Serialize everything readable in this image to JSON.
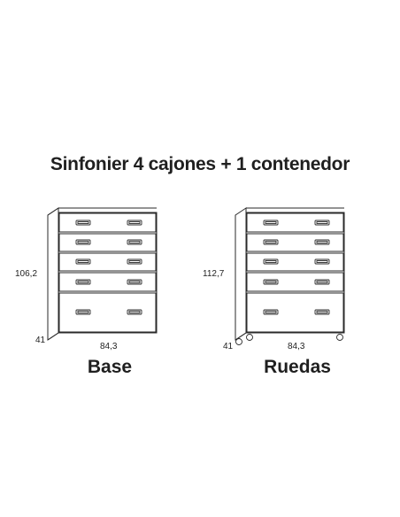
{
  "title": "Sinfonier 4 cajones + 1 contenedor",
  "variants": [
    {
      "label": "Base",
      "height": "106,2",
      "depth": "41",
      "width": "84,3",
      "wheels": false
    },
    {
      "label": "Ruedas",
      "height": "112,7",
      "depth": "41",
      "width": "84,3",
      "wheels": true
    }
  ],
  "colors": {
    "line": "#2a2a2a",
    "background": "#ffffff"
  }
}
